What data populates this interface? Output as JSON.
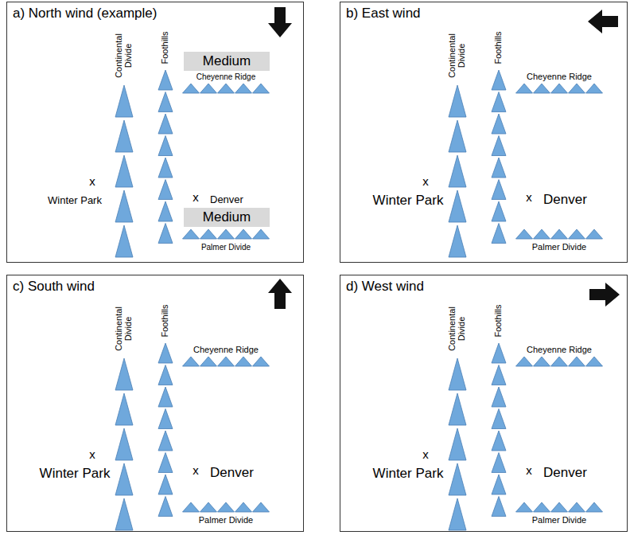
{
  "diagram": {
    "nodes": [
      {
        "text": [
          "a) North wind (example)"
        ]
      },
      {
        "text": [
          "Medium"
        ],
        "in": 0
      },
      {
        "text": [
          "Medium"
        ],
        "in": 0
      },
      {
        "text": [
          "b) East wind"
        ]
      },
      {
        "text": [
          "c) South wind"
        ]
      },
      {
        "text": [
          "d) West wind"
        ]
      }
    ],
    "labels": [
      "Continental Divide",
      "Foothills",
      "Cheyenne Ridge",
      "x",
      "Winter Park",
      "x",
      "Denver",
      "Palmer Divide",
      "Continental Divide",
      "Foothills",
      "Cheyenne Ridge",
      "x",
      "Winter Park",
      "x",
      "Denver",
      "Palmer Divide",
      "Continental Divide",
      "Foothills",
      "Cheyenne Ridge",
      "x",
      "Winter Park",
      "x",
      "Denver",
      "Palmer Divide",
      "Continental Divide",
      "Foothills",
      "Cheyenne Ridge",
      "x",
      "Winter Park",
      "x",
      "Denver",
      "Palmer Divide"
    ]
  }
}
